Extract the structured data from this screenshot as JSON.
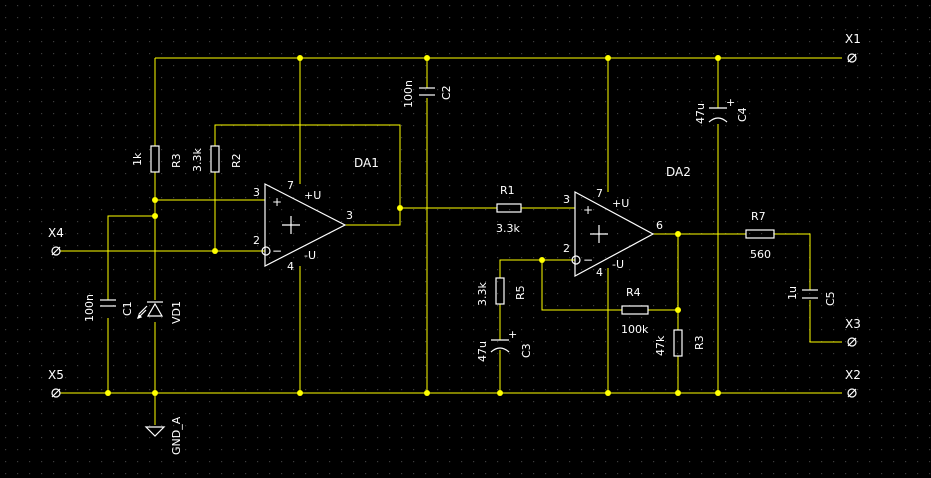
{
  "colors": {
    "background": "#000000",
    "wire": "#ffff00",
    "component": "#ffffff",
    "grid": "#3c3c3c"
  },
  "terminals": {
    "x1": "X1",
    "x2": "X2",
    "x3": "X3",
    "x4": "X4",
    "x5": "X5"
  },
  "ground": "GND_A",
  "opamps": {
    "da1": {
      "name": "DA1",
      "pin_in_plus": "3",
      "pin_in_minus": "2",
      "pin_out": "3",
      "pin_vplus": "7",
      "pin_vminus": "4",
      "vplus": "+U",
      "vminus": "-U",
      "plus": "+",
      "minus": "−"
    },
    "da2": {
      "name": "DA2",
      "pin_in_plus": "3",
      "pin_in_minus": "2",
      "pin_out": "6",
      "pin_vplus": "7",
      "pin_vminus": "4",
      "vplus": "+U",
      "vminus": "-U",
      "plus": "+",
      "minus": "−"
    }
  },
  "components": {
    "r1": {
      "ref": "R1",
      "value": "3.3k"
    },
    "r2": {
      "ref": "R2",
      "value": "3.3k"
    },
    "r3a": {
      "ref": "R3",
      "value": "1k"
    },
    "r3b": {
      "ref": "R3",
      "value": "47k"
    },
    "r4": {
      "ref": "R4",
      "value": "100k"
    },
    "r5": {
      "ref": "R5",
      "value": "3.3k"
    },
    "r7": {
      "ref": "R7",
      "value": "560"
    },
    "c1": {
      "ref": "C1",
      "value": "100n"
    },
    "c2": {
      "ref": "C2",
      "value": "100n"
    },
    "c3": {
      "ref": "C3",
      "value": "47u"
    },
    "c4": {
      "ref": "C4",
      "value": "47u"
    },
    "c5": {
      "ref": "C5",
      "value": "1u"
    },
    "vd1": {
      "ref": "VD1"
    }
  }
}
